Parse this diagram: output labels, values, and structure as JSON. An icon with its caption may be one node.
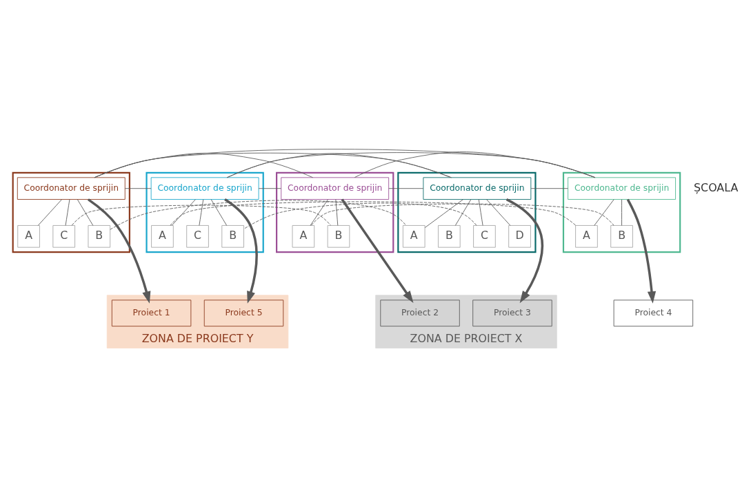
{
  "diagram": {
    "nodes": [
      {
        "text": [],
        "shape": "box"
      },
      {
        "text": [
          "Coordonator de sprijin"
        ],
        "in": 0
      },
      {
        "text": [
          "A"
        ],
        "in": 0
      },
      {
        "text": [
          "C"
        ],
        "in": 0
      },
      {
        "text": [
          "B"
        ],
        "in": 0
      },
      {
        "text": [],
        "shape": "box"
      },
      {
        "text": [
          "Coordonator de sprijin"
        ],
        "in": 5
      },
      {
        "text": [
          "A"
        ],
        "in": 5
      },
      {
        "text": [
          "B"
        ],
        "in": 5
      },
      {
        "text": [],
        "shape": "box"
      },
      {
        "text": [
          "Coordonator de sprijin"
        ],
        "in": 9
      },
      {
        "text": [
          "A"
        ],
        "in": 9
      },
      {
        "text": [
          "B"
        ],
        "in": 9
      },
      {
        "text": [
          "C"
        ],
        "in": 9
      },
      {
        "text": [
          "D"
        ],
        "in": 9
      },
      {
        "text": [],
        "shape": "box"
      },
      {
        "text": [
          "Coordonator de sprijin"
        ],
        "in": 15
      },
      {
        "text": [
          "A"
        ],
        "in": 15
      },
      {
        "text": [
          "B"
        ],
        "in": 15
      },
      {
        "text": [],
        "shape": "box"
      },
      {
        "text": [
          "Coordonator de sprijin"
        ],
        "in": 19
      },
      {
        "text": [
          "A"
        ],
        "in": 19
      },
      {
        "text": [
          "C"
        ],
        "in": 19
      },
      {
        "text": [
          "B"
        ],
        "in": 19
      },
      {
        "text": [
          "ZONA DE PROIECT X"
        ]
      },
      {
        "text": [
          "Proiect 2"
        ],
        "in": 24
      },
      {
        "text": [
          "Proiect 3"
        ],
        "in": 24
      },
      {
        "text": [
          "Proiect 4"
        ]
      },
      {
        "text": [
          "ZONA DE PROIECT Y"
        ]
      },
      {
        "text": [
          "Proiect 1"
        ],
        "in": 28
      },
      {
        "text": [
          "Proiect 5"
        ],
        "in": 28
      }
    ],
    "edges": [
      {
        "from": 1,
        "to": 6,
        "arrow": "none"
      },
      {
        "from": 6,
        "to": 10,
        "arrow": "none"
      },
      {
        "from": 10,
        "to": 16,
        "arrow": "none"
      },
      {
        "from": 16,
        "to": 20,
        "arrow": "none"
      },
      {
        "from": 1,
        "to": 10,
        "arrow": "none"
      },
      {
        "from": 1,
        "to": 16,
        "arrow": "none"
      },
      {
        "from": 1,
        "to": 20,
        "arrow": "none"
      },
      {
        "from": 6,
        "to": 16,
        "arrow": "none"
      },
      {
        "from": 6,
        "to": 20,
        "arrow": "none"
      },
      {
        "from": 10,
        "to": 20,
        "arrow": "none"
      },
      {
        "from": 1,
        "to": 2,
        "arrow": "none"
      },
      {
        "from": 1,
        "to": 3,
        "arrow": "none"
      },
      {
        "from": 1,
        "to": 4,
        "arrow": "none"
      },
      {
        "from": 6,
        "to": 7,
        "arrow": "none"
      },
      {
        "from": 6,
        "to": 8,
        "arrow": "none"
      },
      {
        "from": 10,
        "to": 11,
        "arrow": "none"
      },
      {
        "from": 10,
        "to": 12,
        "arrow": "none"
      },
      {
        "from": 10,
        "to": 13,
        "arrow": "none"
      },
      {
        "from": 10,
        "to": 14,
        "arrow": "none"
      },
      {
        "from": 16,
        "to": 17,
        "arrow": "none"
      },
      {
        "from": 16,
        "to": 18,
        "arrow": "none"
      },
      {
        "from": 20,
        "to": 21,
        "arrow": "none"
      },
      {
        "from": 20,
        "to": 22,
        "arrow": "none"
      },
      {
        "from": 20,
        "to": 23,
        "arrow": "none"
      },
      {
        "from": 3,
        "to": 8,
        "arrow": "none",
        "style": "dashed"
      },
      {
        "from": 4,
        "to": 11,
        "arrow": "none",
        "style": "dashed"
      },
      {
        "from": 7,
        "to": 18,
        "arrow": "none",
        "style": "dashed"
      },
      {
        "from": 13,
        "to": 23,
        "arrow": "none",
        "style": "dashed"
      },
      {
        "from": 17,
        "to": 21,
        "arrow": "none",
        "style": "dashed"
      },
      {
        "from": 1,
        "to": 29,
        "arrow": "to",
        "style": "thick"
      },
      {
        "from": 6,
        "to": 25,
        "arrow": "to",
        "style": "thick"
      },
      {
        "from": 10,
        "to": 26,
        "arrow": "to",
        "style": "thick"
      },
      {
        "from": 16,
        "to": 27,
        "arrow": "to",
        "style": "thick"
      },
      {
        "from": 20,
        "to": 30,
        "arrow": "to",
        "style": "thick"
      }
    ],
    "labels": [
      "ȘCOALA"
    ]
  }
}
